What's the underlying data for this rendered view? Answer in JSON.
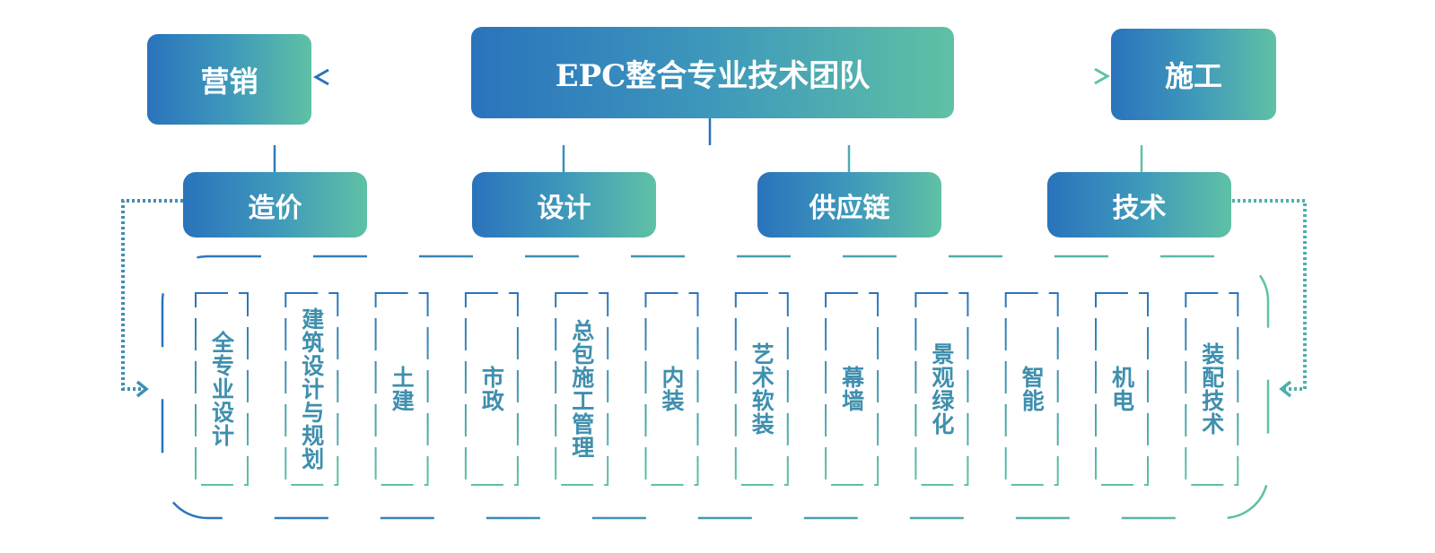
{
  "header": {
    "title": "EPC整合专业技术团队"
  },
  "side_boxes": {
    "left": "营销",
    "right": "施工"
  },
  "departments": [
    {
      "label": "造价"
    },
    {
      "label": "设计"
    },
    {
      "label": "供应链"
    },
    {
      "label": "技术"
    }
  ],
  "disciplines": [
    {
      "label": "全专业设计"
    },
    {
      "label": "建筑设计与规划"
    },
    {
      "label": "土建"
    },
    {
      "label": "市政"
    },
    {
      "label": "总包施工管理"
    },
    {
      "label": "内装"
    },
    {
      "label": "艺术软装"
    },
    {
      "label": "幕墙"
    },
    {
      "label": "景观绿化"
    },
    {
      "label": "智能"
    },
    {
      "label": "机电"
    },
    {
      "label": "装配技术"
    }
  ],
  "colors": {
    "blue": "#2a73bc",
    "teal": "#5fc1a5"
  }
}
